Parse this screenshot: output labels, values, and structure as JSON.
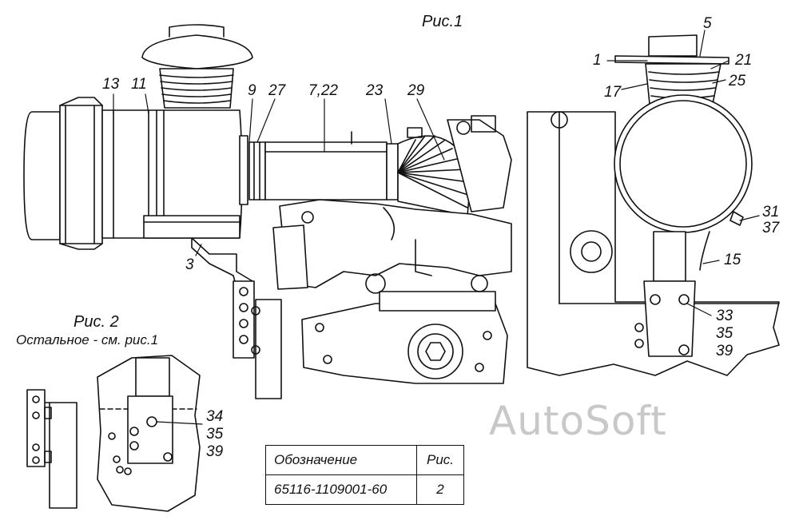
{
  "figure1": {
    "title": "Рис.1"
  },
  "figure2": {
    "title": "Рис. 2",
    "note": "Остальное - см. рис.1"
  },
  "callouts": {
    "c13": "13",
    "c11": "11",
    "c9": "9",
    "c27": "27",
    "c7_22": "7,22",
    "c23": "23",
    "c29": "29",
    "c3": "3",
    "c5": "5",
    "c1": "1",
    "c21": "21",
    "c17": "17",
    "c25": "25",
    "c31": "31",
    "c37": "37",
    "c15": "15",
    "c33": "33",
    "c35a": "35",
    "c39a": "39",
    "c34": "34",
    "c35b": "35",
    "c39b": "39"
  },
  "table": {
    "header_designation": "Обозначение",
    "header_fig": "Рис.",
    "row_designation": "65116-1109001-60",
    "row_fig": "2"
  },
  "watermark": "AutoSoft"
}
